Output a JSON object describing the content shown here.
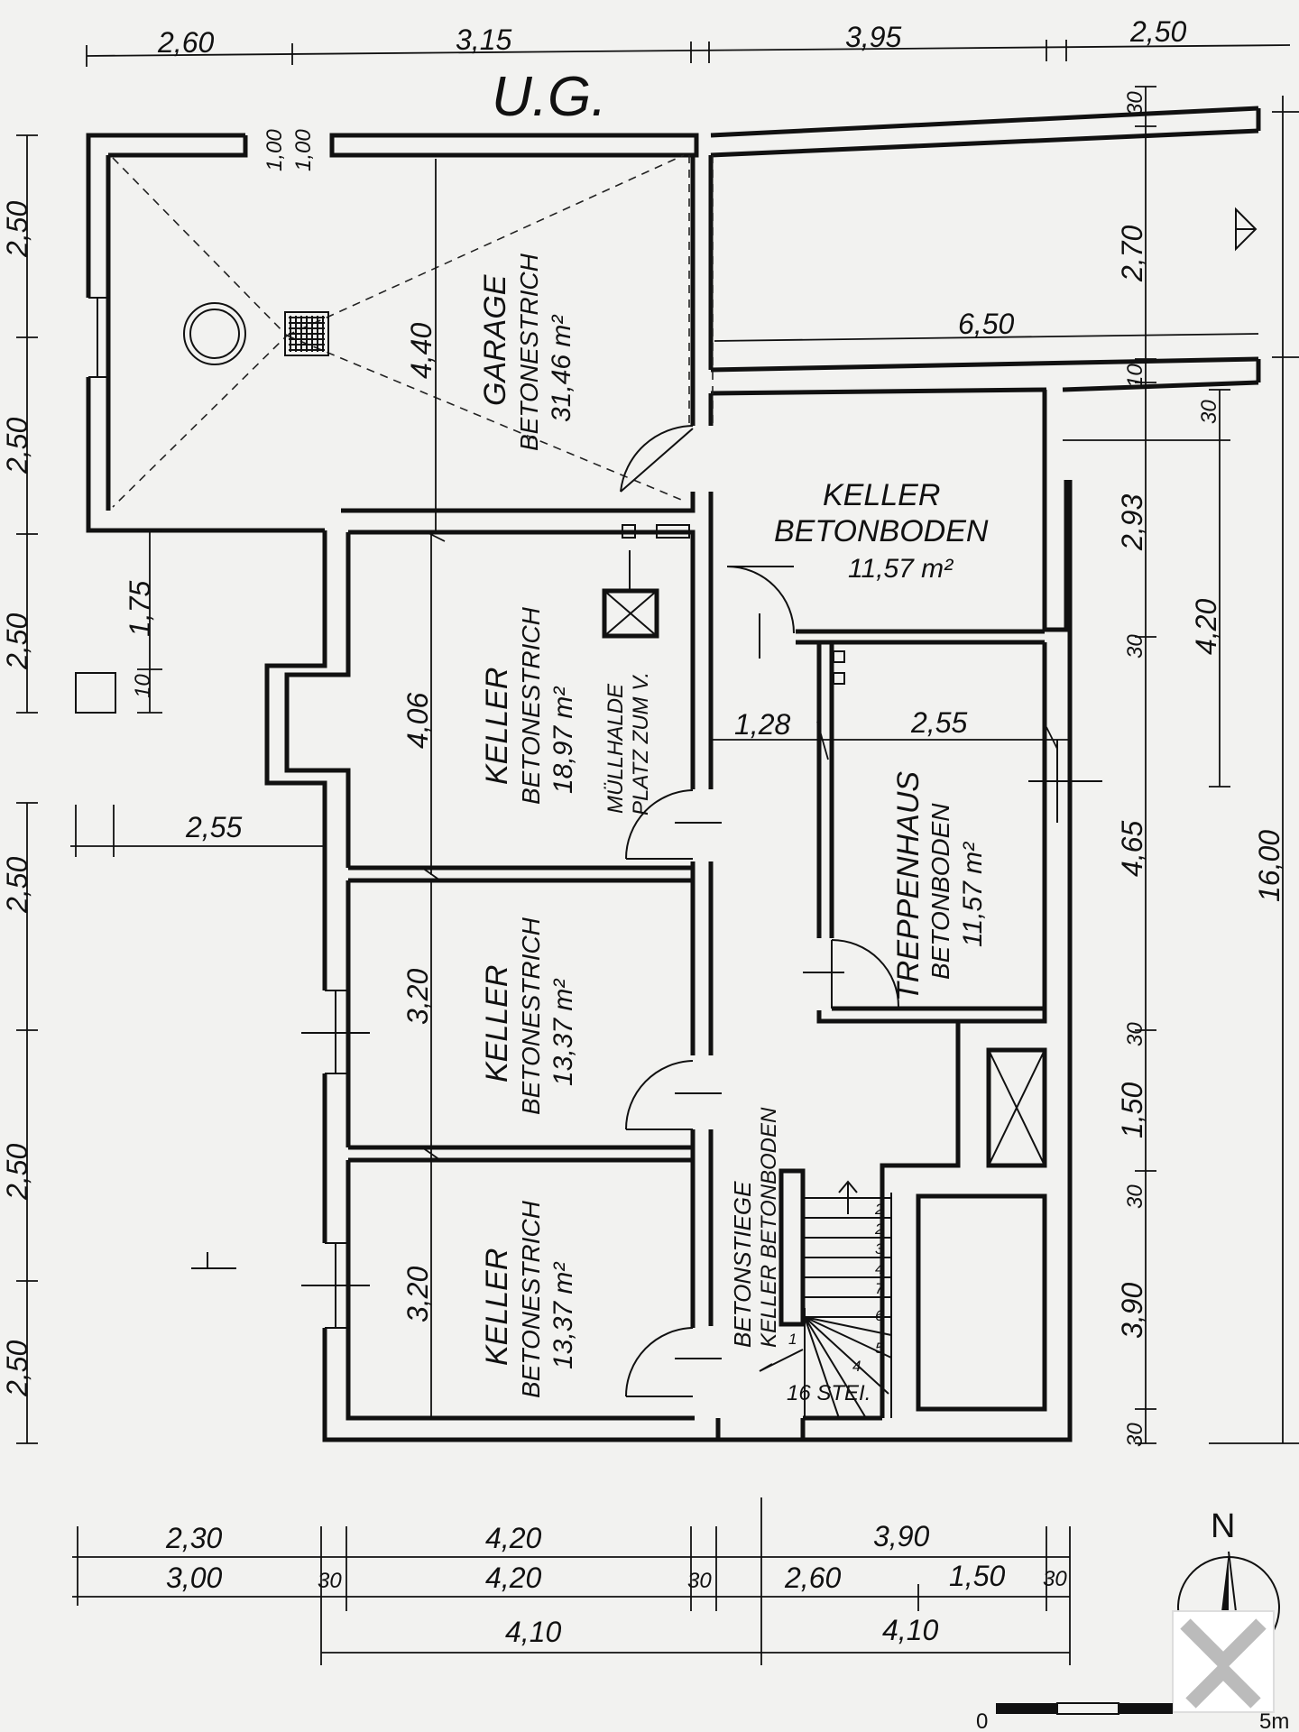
{
  "plan": {
    "title": "U.G.",
    "north": "N",
    "stairs_label": "16 STEI.",
    "stair_numbers": [
      "2",
      "2",
      "3",
      "4",
      "7",
      "6",
      "5",
      "4",
      "1"
    ],
    "rooms": {
      "garage": {
        "name": "GARAGE",
        "floor": "BETONESTRICH",
        "area": "31,46 m²"
      },
      "keller_top": {
        "name": "KELLER",
        "floor": "BETONBODEN",
        "area": "11,57 m²"
      },
      "keller_1": {
        "name": "KELLER",
        "floor": "BETONESTRICH",
        "area": "18,97 m²"
      },
      "keller_2": {
        "name": "KELLER",
        "floor": "BETONESTRICH",
        "area": "13,37 m²"
      },
      "keller_3": {
        "name": "KELLER",
        "floor": "BETONESTRICH",
        "area": "13,37 m²"
      },
      "treppenhaus": {
        "name": "TREPPENHAUS",
        "floor": "BETONBODEN",
        "area": "11,57 m²"
      },
      "muellhalde": {
        "line1": "MÜLLHALDE",
        "line2": "PLATZ ZUM V."
      },
      "betonstiege": {
        "line1": "BETONSTIEGE",
        "line2": "KELLER  BETONBODEN"
      }
    },
    "dims_top": [
      "2,60",
      "3,15",
      "3,95",
      "2,50"
    ],
    "dims_left": [
      "2,50",
      "2,50",
      "2,50",
      "2,50",
      "2,50",
      "2,50"
    ],
    "dims_right": [
      "30",
      "2,70",
      "10",
      "30",
      "2,93",
      "4,20",
      "30",
      "4,65",
      "30",
      "1,50",
      "30",
      "3,90",
      "30",
      "16,00"
    ],
    "dims_bottom_row1": [
      "2,30",
      "4,20",
      "3,90"
    ],
    "dims_bottom_row2": [
      "3,00",
      "30",
      "4,20",
      "30",
      "2,60",
      "1,50",
      "30"
    ],
    "dims_bottom_row3": [
      "4,10",
      "4,10"
    ],
    "dims_interior": {
      "garage_door": [
        "1,00",
        "1,00"
      ],
      "garage_depth": "4,40",
      "carport_width": "6,50",
      "keller1_depth": "4,06",
      "keller2_depth": "3,20",
      "keller3_depth": "3,20",
      "corridor": "1,28",
      "treppenhaus_width": "2,55",
      "left_offset": "2,55",
      "left_175": "1,75",
      "left_10": "10"
    },
    "scale_label": "5m",
    "scale_zero": "0"
  }
}
